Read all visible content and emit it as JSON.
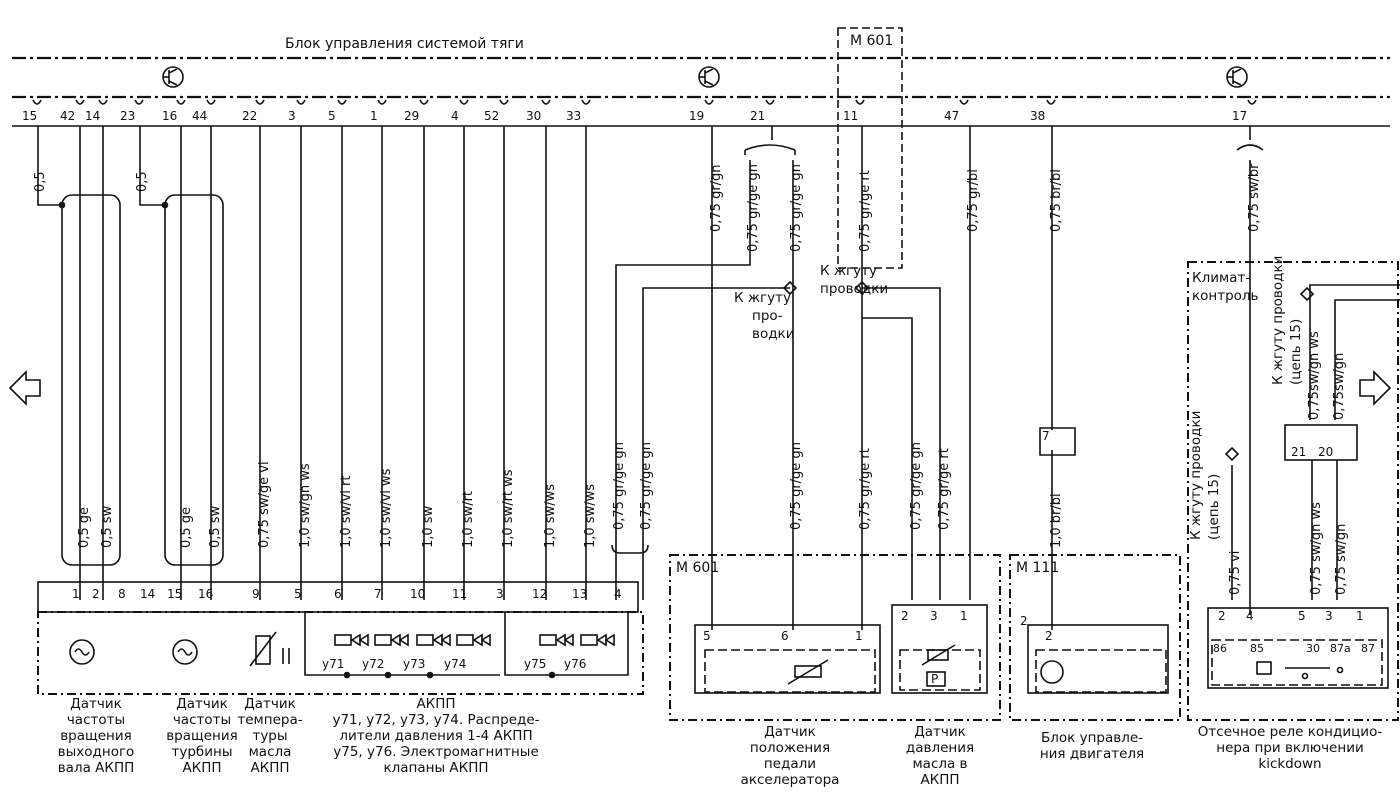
{
  "header": {
    "control_unit": "Блок управления системой тяги",
    "m601_top": "M 601"
  },
  "pins_top": [
    "15",
    "42",
    "14",
    "23",
    "16",
    "44",
    "22",
    "3",
    "5",
    "1",
    "29",
    "4",
    "52",
    "30",
    "33",
    "19",
    "21",
    "11",
    "47",
    "38",
    "17"
  ],
  "wires": {
    "w0": "0,5",
    "w1": "0,5",
    "w2": "0,5 ge",
    "w3": "0,5 sw",
    "w4": "0,5 ge",
    "w5": "0,5 sw",
    "w6": "0,75 sw/ge vi",
    "w7": "1,0 sw/gn ws",
    "w8": "1,0 sw/vi rt",
    "w9": "1,0 sw/vi ws",
    "w10": "1,0 sw",
    "w11": "1,0 sw/rt",
    "w12": "1,0 sw/rt ws",
    "w13": "1,0 sw/ws",
    "w14": "1,0 sw/ws",
    "w15": "0,75 gr/ge gn",
    "w16": "0,75 gr/ge gn",
    "w17": "0,75 gr/gn",
    "w18": "0,75 gr/ge gn",
    "w19": "0,75 gr/ge gn",
    "w20": "0,75 gr/ge rt",
    "w21": "0,75 gr/bl",
    "w22": "0,75 br/bl",
    "w23": "0,75 sw/br",
    "w24": "0,75 gr/ge gn",
    "w25": "0,75 gr/ge rt",
    "w26": "0,75 gr/ge gn",
    "w27": "0,75 gr/ge rt",
    "w28": "1,0 br/bl",
    "w29": "0,75 vi",
    "w30": "0,75 sw/gn ws",
    "w31": "0,75 sw/gn",
    "w32": "0,75sw/gn ws",
    "w33": "0,75sw/gn"
  },
  "pins_bottom": [
    "1",
    "2",
    "8",
    "14",
    "15",
    "16",
    "9",
    "5",
    "6",
    "7",
    "10",
    "11",
    "3",
    "12",
    "13",
    "4",
    "5",
    "6",
    "1",
    "2",
    "3",
    "1",
    "2",
    "2",
    "7",
    "2",
    "4",
    "5",
    "3",
    "1",
    "86",
    "85",
    "30",
    "87a",
    "87",
    "21",
    "20"
  ],
  "valves": [
    "y71",
    "y72",
    "y73",
    "y74",
    "y75",
    "y76"
  ],
  "modules": {
    "m601": "M 601",
    "m111": "M 111",
    "p": "P"
  },
  "notes": {
    "harness_a": [
      "К жгуту",
      "про-",
      "водки"
    ],
    "harness_b": [
      "К жгуту",
      "проводки"
    ],
    "climate": [
      "Климат-",
      "контроль"
    ],
    "circuit15_right": [
      "К жгуту проводки",
      "(цепь 15)"
    ],
    "circuit15_left": [
      "К жгуту проводки",
      "(цепь 15)"
    ]
  },
  "captions": {
    "output_shaft": [
      "Датчик",
      "частоты",
      "вращения",
      "выходного",
      "вала АКПП"
    ],
    "turbine": [
      "Датчик",
      "частоты",
      "вращения",
      "турбины",
      "АКПП"
    ],
    "oil_temp": [
      "Датчик",
      "темпера-",
      "туры",
      "масла",
      "АКПП"
    ],
    "akpp": [
      "АКПП",
      "y71, y72, y73, y74. Распреде-",
      "лители давления 1-4 АКПП",
      "y75, y76. Электромагнитные",
      "клапаны АКПП"
    ],
    "pedal": [
      "Датчик",
      "положения",
      "педали",
      "акселератора"
    ],
    "oil_pressure": [
      "Датчик",
      "давления",
      "масла в",
      "АКПП"
    ],
    "engine": [
      "Блок управле-",
      "ния двигателя"
    ],
    "relay": [
      "Отсечное реле кондицио-",
      "нера при включении",
      "kickdown"
    ]
  }
}
